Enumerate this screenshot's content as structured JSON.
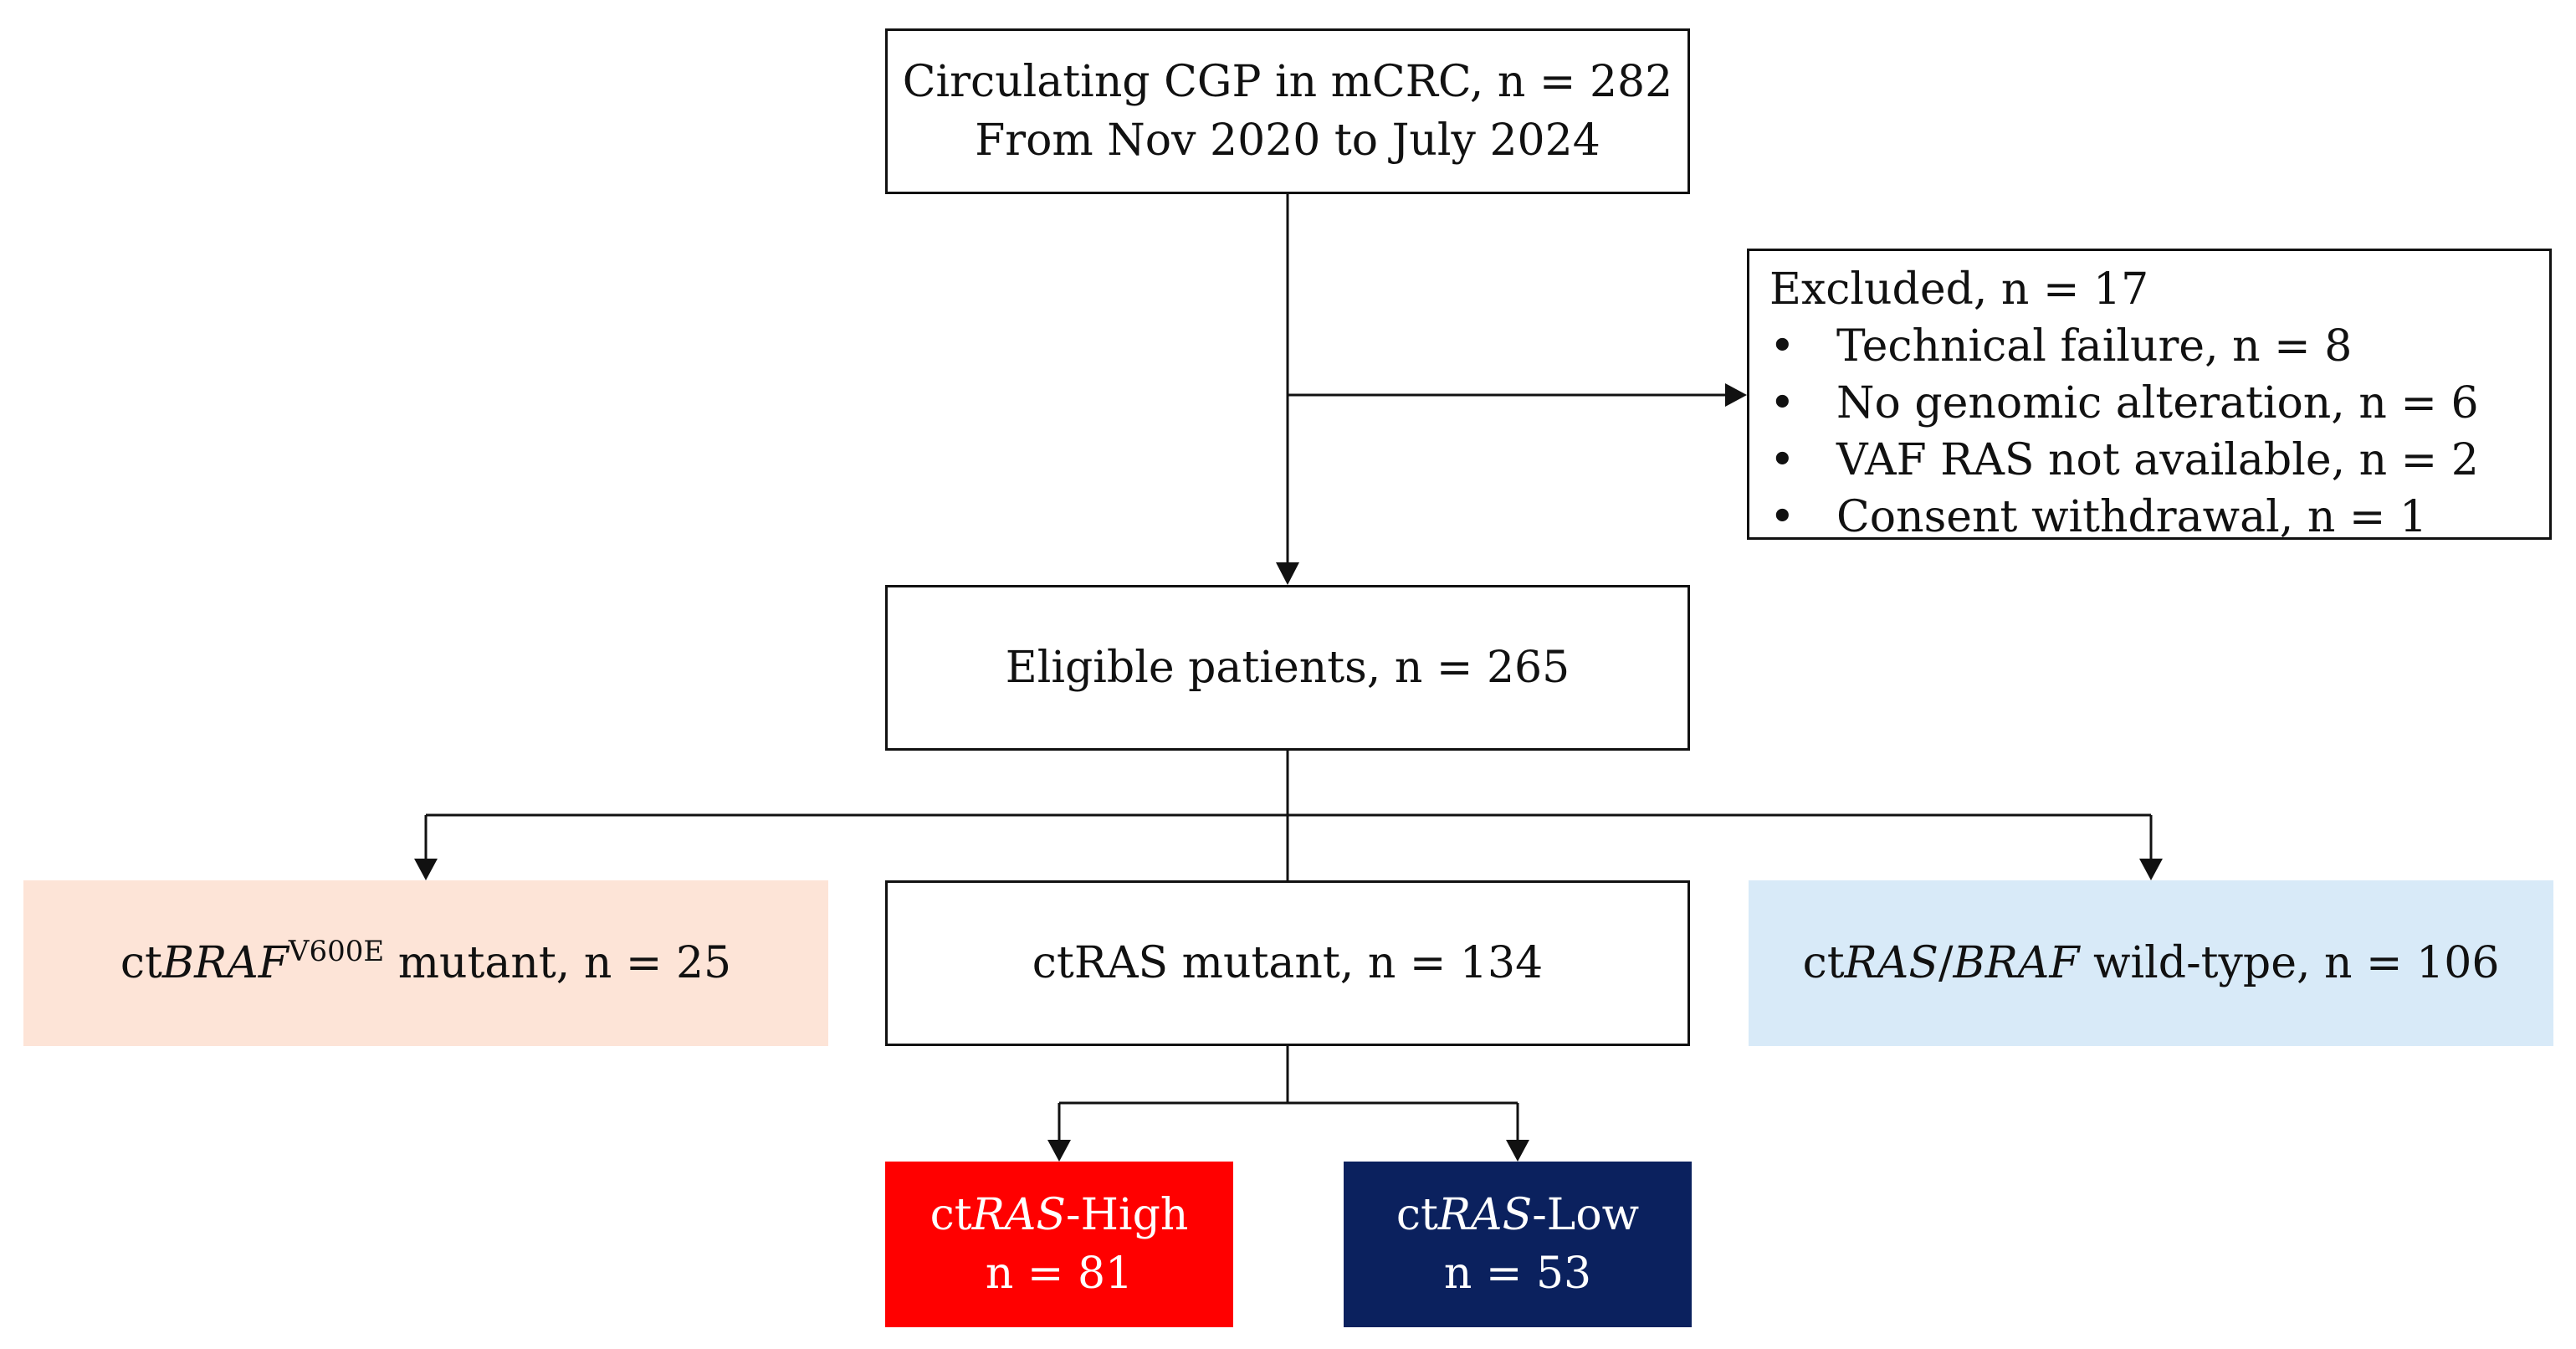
{
  "top": {
    "line1": "Circulating CGP in mCRC, n = 282",
    "line2": "From Nov 2020 to July 2024"
  },
  "excluded": {
    "title": "Excluded, n = 17",
    "bullet": "•",
    "items": [
      "Technical failure, n = 8",
      "No genomic alteration, n = 6",
      "VAF RAS not available, n = 2",
      "Consent withdrawal, n = 1"
    ]
  },
  "eligible": {
    "label": "Eligible patients, n = 265"
  },
  "braf": {
    "prefix": "ct",
    "gene": "BRAF",
    "superscript": "V600E",
    "suffix": " mutant, n = 25",
    "color": "#fde4d7"
  },
  "ras": {
    "label": "ctRAS mutant, n = 134"
  },
  "wildtype": {
    "prefix": "ct",
    "gene1": "RAS",
    "slash": "/",
    "gene2": "BRAF",
    "suffix": " wild-type, n = 106",
    "color": "#d8eaf8"
  },
  "ras_high": {
    "prefix": "ct",
    "gene": "RAS",
    "suffix": "-High",
    "count": "n = 81",
    "color": "#ff0000"
  },
  "ras_low": {
    "prefix": "ct",
    "gene": "RAS",
    "suffix": "-Low",
    "count": "n = 53",
    "color": "#0b215e"
  }
}
